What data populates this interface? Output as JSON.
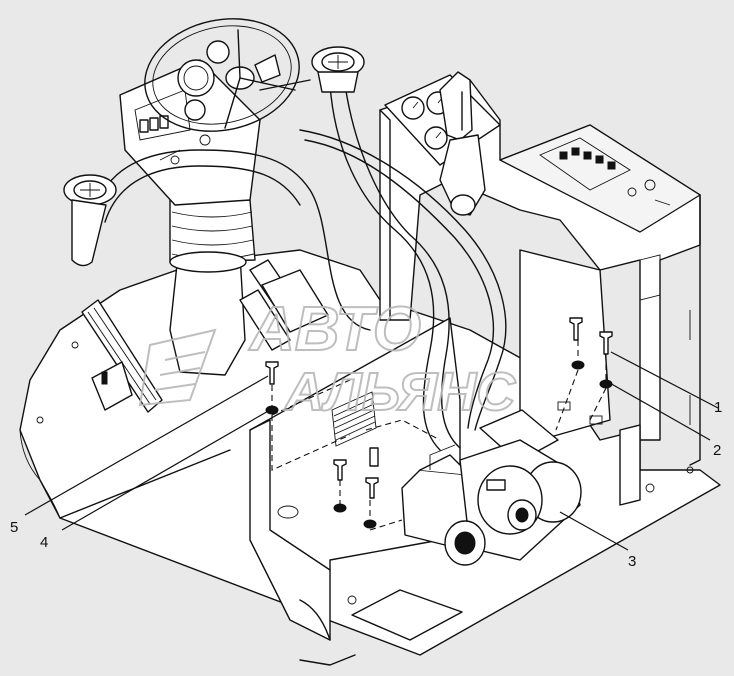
{
  "figure": {
    "watermark": {
      "line1": "АВТО",
      "line2": "АЛЬЯНС"
    },
    "callouts": [
      {
        "id": "1",
        "label": "1"
      },
      {
        "id": "2",
        "label": "2"
      },
      {
        "id": "3",
        "label": "3"
      },
      {
        "id": "4",
        "label": "4"
      },
      {
        "id": "5",
        "label": "5"
      }
    ],
    "colors": {
      "background": "#e9e9e9",
      "line": "#111111",
      "part_fill": "#ffffff",
      "watermark": "#b8b8b8"
    }
  }
}
